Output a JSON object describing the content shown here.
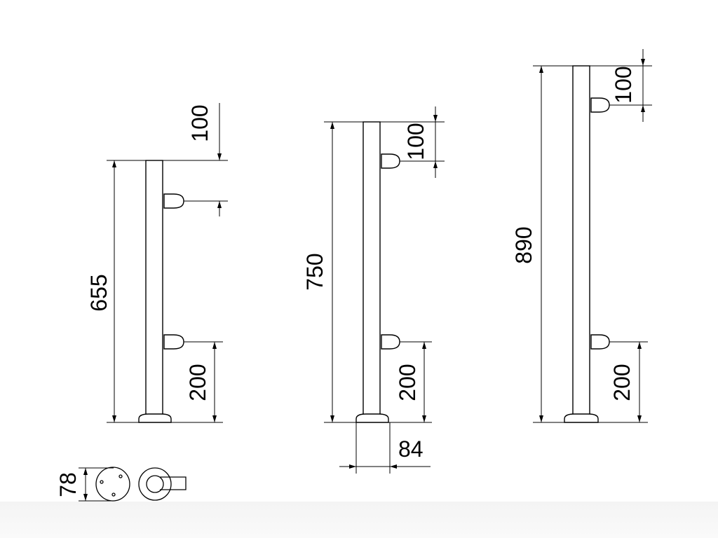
{
  "posts": [
    {
      "id": "post-655",
      "height_label": "655",
      "top_offset_label": "100",
      "bottom_offset_label": "200"
    },
    {
      "id": "post-750",
      "height_label": "750",
      "top_offset_label": "100",
      "bottom_offset_label": "200",
      "base_width_label": "84"
    },
    {
      "id": "post-890",
      "height_label": "890",
      "top_offset_label": "100",
      "bottom_offset_label": "200"
    }
  ],
  "base_detail": {
    "diameter_label": "78"
  }
}
